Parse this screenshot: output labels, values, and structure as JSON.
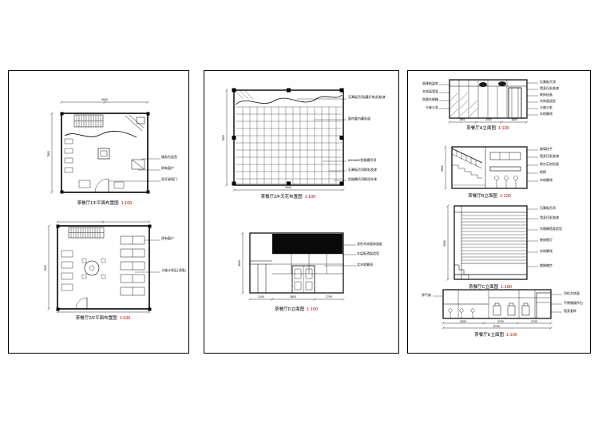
{
  "sheet1": {
    "plan1": {
      "caption": "茶餐厅1/F平面布置图",
      "scale": "1:100",
      "dim_top": "9000",
      "dim_left": "7800",
      "callouts": [
        "服务台造型",
        "原有窗户",
        "双开玻璃门"
      ]
    },
    "plan2": {
      "caption": "茶餐厅2/F平面布置图",
      "scale": "1:100",
      "dim_left": "7800",
      "callouts": [
        "原有窗户",
        "卡座沙发区(详图)"
      ]
    }
  },
  "sheet2": {
    "ceiling": {
      "caption": "茶餐厅2/F天花布置图",
      "scale": "1:100",
      "dim_left": "7800",
      "dim_bottom": "9000",
      "callouts": [
        "石膏板吊顶(藏灯带)乳胶漆",
        "窗帘盒内藏轨道",
        "600x600铝格栅吊顶",
        "石膏板吊顶刷乳胶漆",
        "铝格栅吊顶刷深灰漆"
      ]
    },
    "elevD": {
      "caption": "茶餐厅D立面图",
      "scale": "1:100",
      "dim_left": "3600",
      "dims": [
        "2100",
        "3600",
        "2700"
      ],
      "callouts": [
        "深色木饰面饰面板",
        "木层板酒架造型",
        "实木地脚线"
      ]
    }
  },
  "sheet3": {
    "elevA": {
      "caption": "茶餐厅A立面图",
      "scale": "1:100",
      "dims": [
        "1800",
        "2400",
        "1800"
      ],
      "callouts_left": [
        "原建筑梁底",
        "木饰面墙身",
        "防腐木格栅",
        "卡座沙发"
      ],
      "callouts_right": [
        "石膏板吊顶",
        "墙身扫乳胶漆",
        "装饰挂画",
        "木饰面造型",
        "卡座沙发",
        "木地脚线"
      ]
    },
    "elevB": {
      "caption": "茶餐厅B立面图",
      "scale": "1:100",
      "dim_left": "3600",
      "callouts": [
        "玻璃扶手",
        "墙身扫乳胶漆",
        "吧台石材台面",
        "吧椅",
        "木地脚线"
      ]
    },
    "elevC": {
      "caption": "茶餐厅C立面图",
      "scale": "1:100",
      "dim_left": "3600",
      "callouts": [
        "石膏板吊顶",
        "墙身扫乳胶漆",
        "木格栅墙身造型",
        "装饰壁灯",
        "木地脚线",
        "楼梯踏步"
      ]
    },
    "elevE": {
      "caption": "茶餐厅E立面图",
      "scale": "1:100",
      "dims": [
        "3300",
        "2700",
        "2700"
      ],
      "dim_total": "8700",
      "callouts_left": [
        "排气扇"
      ],
      "callouts_right": [
        "吊柜木饰面",
        "不锈钢操作台",
        "墙身瓷砖"
      ]
    }
  }
}
